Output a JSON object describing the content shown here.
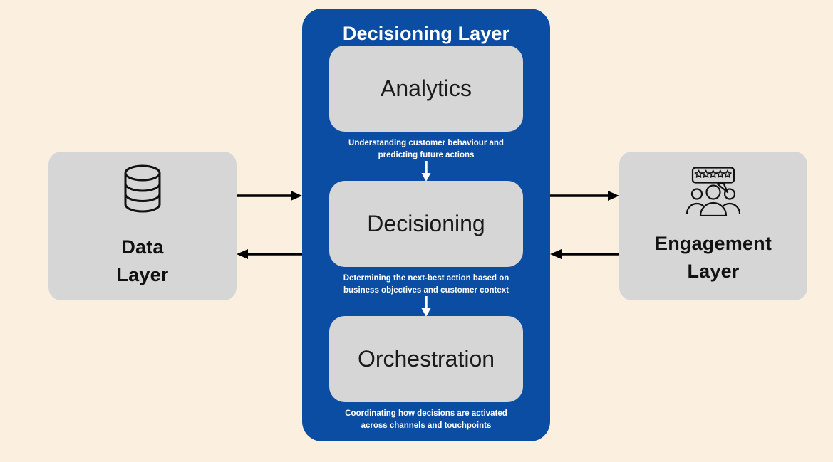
{
  "colors": {
    "background": "#fbf0e0",
    "panel_blue": "#0b4da3",
    "card_gray": "#d6d6d6",
    "text_dark": "#1a1a1a",
    "text_light": "#ffffff",
    "arrow": "#000000"
  },
  "left_layer": {
    "label": "Data\nLayer",
    "label_line1": "Data",
    "label_line2": "Layer",
    "icon": "database-icon"
  },
  "right_layer": {
    "label": "Engagement\nLayer",
    "label_line1": "Engagement",
    "label_line2": "Layer",
    "icon": "customer-rating-icon"
  },
  "center_panel": {
    "title": "Decisioning Layer",
    "stages": [
      {
        "name": "Analytics",
        "caption": "Understanding customer behaviour and predicting future actions",
        "caption_line1": "Understanding customer behaviour and",
        "caption_line2": "predicting future actions"
      },
      {
        "name": "Decisioning",
        "caption": "Determining the next-best action based on business objectives and customer context",
        "caption_line1": "Determining the next-best action based on",
        "caption_line2": "business objectives and customer context"
      },
      {
        "name": "Orchestration",
        "caption": "Coordinating how decisions are activated across channels and touchpoints",
        "caption_line1": "Coordinating how decisions are activated",
        "caption_line2": "across channels and touchpoints"
      }
    ]
  },
  "connectors": [
    {
      "name": "data-layer-to-decisioning-layer",
      "direction": "right"
    },
    {
      "name": "decisioning-layer-to-data-layer",
      "direction": "left"
    },
    {
      "name": "decisioning-layer-to-engagement-layer",
      "direction": "right"
    },
    {
      "name": "engagement-layer-to-decisioning-layer",
      "direction": "left"
    },
    {
      "name": "analytics-to-decisioning",
      "direction": "down"
    },
    {
      "name": "decisioning-to-orchestration",
      "direction": "down"
    }
  ]
}
